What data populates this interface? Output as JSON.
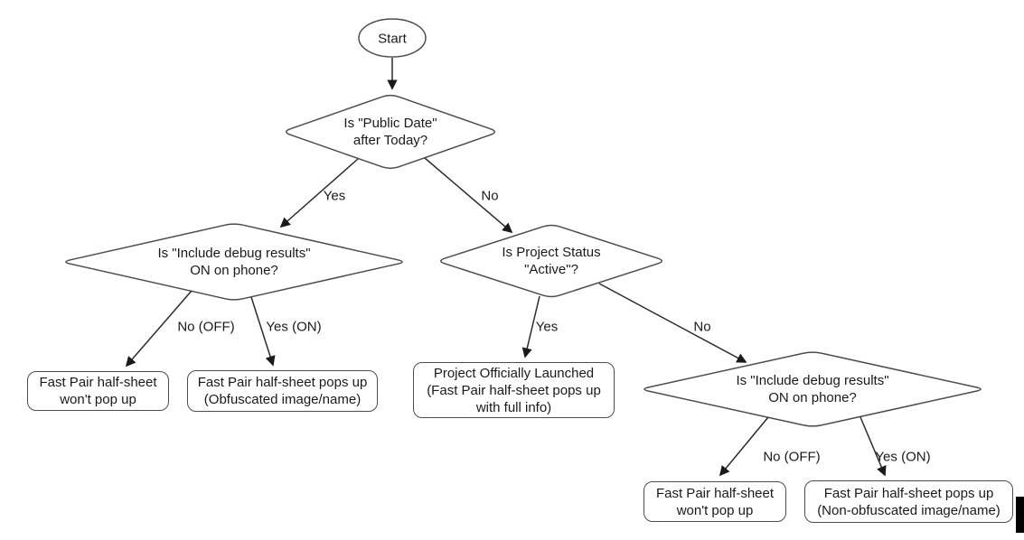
{
  "colors": {
    "background": "#ffffff",
    "shape_stroke": "#4d4d4d",
    "edge_line": "#2b2b2b",
    "text": "#1a1a1a",
    "cursor": "#000000"
  },
  "flowchart": {
    "start": {
      "label": "Start"
    },
    "decisions": {
      "public_date": {
        "lines": [
          "Is \"Public Date\"",
          "after Today?"
        ]
      },
      "debug_left": {
        "lines": [
          "Is \"Include debug results\"",
          "ON on phone?"
        ]
      },
      "project_status": {
        "lines": [
          "Is Project Status",
          "\"Active\"?"
        ]
      },
      "debug_right": {
        "lines": [
          "Is \"Include debug results\"",
          "ON on phone?"
        ]
      }
    },
    "outcomes": {
      "no_popup_left": {
        "lines": [
          "Fast Pair half-sheet",
          "won't pop up"
        ]
      },
      "obfuscated": {
        "lines": [
          "Fast Pair half-sheet pops up",
          "(Obfuscated image/name)"
        ]
      },
      "launched": {
        "lines": [
          "Project Officially Launched",
          "(Fast Pair half-sheet pops up",
          "with full info)"
        ]
      },
      "no_popup_right": {
        "lines": [
          "Fast Pair half-sheet",
          "won't pop up"
        ]
      },
      "non_obfuscated": {
        "lines": [
          "Fast Pair half-sheet pops up",
          "(Non-obfuscated image/name)"
        ]
      }
    },
    "edge_labels": {
      "public_date_yes": "Yes",
      "public_date_no": "No",
      "debug_left_no": "No (OFF)",
      "debug_left_yes": "Yes (ON)",
      "project_status_yes": "Yes",
      "project_status_no": "No",
      "debug_right_no": "No (OFF)",
      "debug_right_yes": "Yes (ON)"
    }
  }
}
